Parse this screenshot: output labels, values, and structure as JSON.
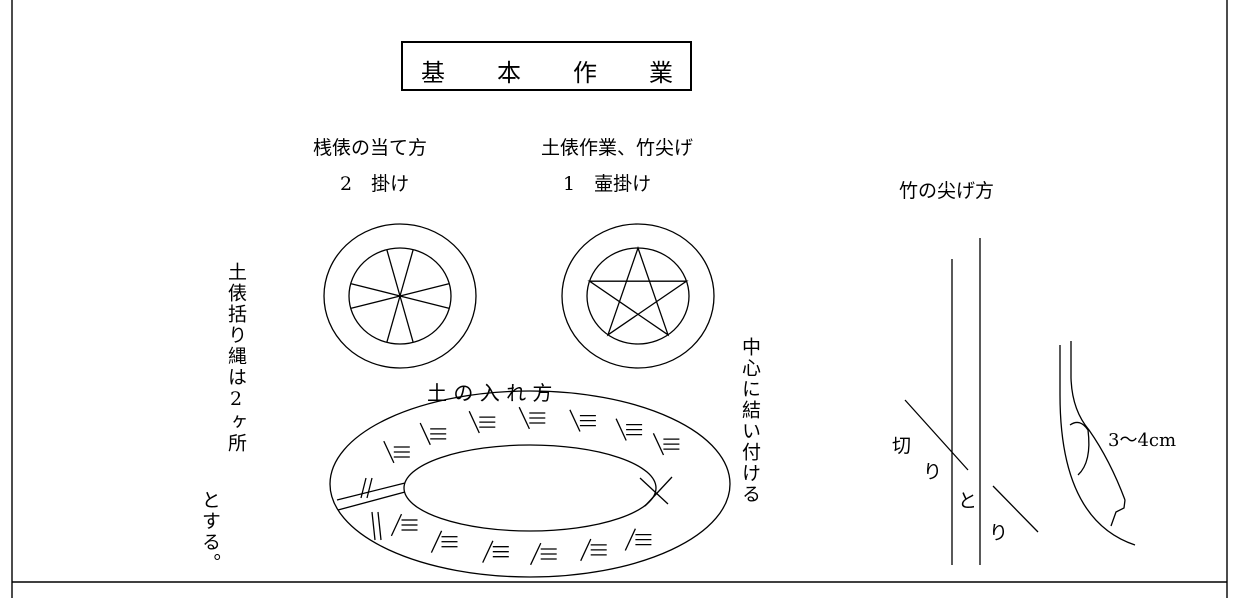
{
  "title": {
    "chars": [
      "基",
      "本",
      "作",
      "業"
    ]
  },
  "labels": {
    "sando_title": "桟俵の当て方",
    "sando_sub": "2　掛け",
    "dohyo_title": "土俵作業、竹尖げ",
    "dohyo_sub": "1　壷掛け",
    "bamboo_title": "竹の尖げ方",
    "soil_title": "土 の 入 れ 方",
    "left_note_1": "土俵括り縄は2ヶ所",
    "left_note_2": "とする。",
    "center_note": "中心に結い付ける",
    "cut": "切",
    "ri1": "り",
    "to": "と",
    "ri2": "り",
    "measure": "3〜4cm"
  }
}
